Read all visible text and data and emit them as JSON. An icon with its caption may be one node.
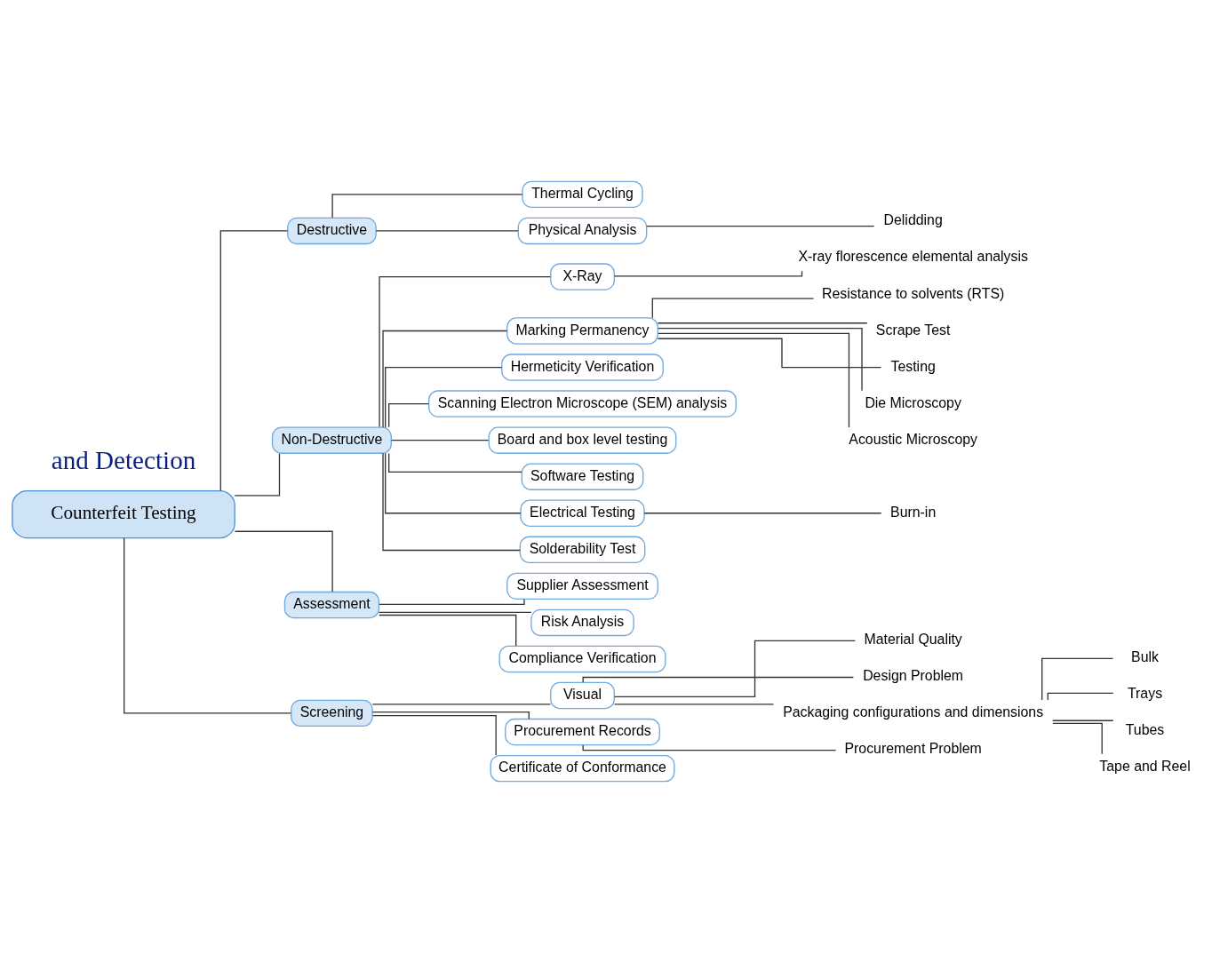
{
  "diagram": {
    "nodes": [
      {
        "text": [
          "Counterfeit Testing"
        ]
      },
      {
        "text": [
          "Destructive"
        ]
      },
      {
        "text": [
          "Thermal Cycling"
        ]
      },
      {
        "text": [
          "Physical Analysis"
        ]
      },
      {
        "text": [
          "Delidding"
        ]
      },
      {
        "text": [
          "Non-Destructive"
        ]
      },
      {
        "text": [
          "X-Ray"
        ]
      },
      {
        "text": [
          "X-ray florescence elemental analysis"
        ]
      },
      {
        "text": [
          "Marking Permanency"
        ]
      },
      {
        "text": [
          "Resistance to solvents (RTS)"
        ]
      },
      {
        "text": [
          "Scrape Test"
        ]
      },
      {
        "text": [
          "Testing"
        ]
      },
      {
        "text": [
          "Die Microscopy"
        ]
      },
      {
        "text": [
          "Acoustic Microscopy"
        ]
      },
      {
        "text": [
          "Hermeticity Verification"
        ]
      },
      {
        "text": [
          "Scanning Electron Microscope (SEM) analysis"
        ]
      },
      {
        "text": [
          "Board and box level testing"
        ]
      },
      {
        "text": [
          "Software Testing"
        ]
      },
      {
        "text": [
          "Electrical Testing"
        ]
      },
      {
        "text": [
          "Burn-in"
        ]
      },
      {
        "text": [
          "Solderability Test"
        ]
      },
      {
        "text": [
          "Assessment"
        ]
      },
      {
        "text": [
          "Supplier Assessment"
        ]
      },
      {
        "text": [
          "Risk Analysis"
        ]
      },
      {
        "text": [
          "Compliance Verification"
        ]
      },
      {
        "text": [
          "Screening"
        ]
      },
      {
        "text": [
          "Visual"
        ]
      },
      {
        "text": [
          "Material Quality"
        ]
      },
      {
        "text": [
          "Design Problem"
        ]
      },
      {
        "text": [
          "Packaging configurations and dimensions"
        ]
      },
      {
        "text": [
          "Bulk"
        ]
      },
      {
        "text": [
          "Trays"
        ]
      },
      {
        "text": [
          "Tubes"
        ]
      },
      {
        "text": [
          "Tape and Reel"
        ]
      },
      {
        "text": [
          "Procurement Records"
        ]
      },
      {
        "text": [
          "Procurement Problem"
        ]
      },
      {
        "text": [
          "Certificate of Conformance"
        ]
      }
    ],
    "edges": [
      {
        "from": 0,
        "to": 1,
        "arrow": "none"
      },
      {
        "from": 0,
        "to": 5,
        "arrow": "none"
      },
      {
        "from": 0,
        "to": 21,
        "arrow": "none"
      },
      {
        "from": 0,
        "to": 25,
        "arrow": "none"
      },
      {
        "from": 1,
        "to": 2,
        "arrow": "none"
      },
      {
        "from": 1,
        "to": 3,
        "arrow": "none"
      },
      {
        "from": 3,
        "to": 4,
        "arrow": "none"
      },
      {
        "from": 5,
        "to": 6,
        "arrow": "none"
      },
      {
        "from": 6,
        "to": 7,
        "arrow": "none"
      },
      {
        "from": 5,
        "to": 8,
        "arrow": "none"
      },
      {
        "from": 8,
        "to": 9,
        "arrow": "none"
      },
      {
        "from": 8,
        "to": 10,
        "arrow": "none"
      },
      {
        "from": 8,
        "to": 11,
        "arrow": "none"
      },
      {
        "from": 8,
        "to": 12,
        "arrow": "none"
      },
      {
        "from": 8,
        "to": 13,
        "arrow": "none"
      },
      {
        "from": 5,
        "to": 14,
        "arrow": "none"
      },
      {
        "from": 5,
        "to": 15,
        "arrow": "none"
      },
      {
        "from": 5,
        "to": 16,
        "arrow": "none"
      },
      {
        "from": 5,
        "to": 17,
        "arrow": "none"
      },
      {
        "from": 5,
        "to": 18,
        "arrow": "none"
      },
      {
        "from": 18,
        "to": 19,
        "arrow": "none"
      },
      {
        "from": 5,
        "to": 20,
        "arrow": "none"
      },
      {
        "from": 21,
        "to": 22,
        "arrow": "none"
      },
      {
        "from": 21,
        "to": 23,
        "arrow": "none"
      },
      {
        "from": 21,
        "to": 24,
        "arrow": "none"
      },
      {
        "from": 25,
        "to": 26,
        "arrow": "none"
      },
      {
        "from": 26,
        "to": 27,
        "arrow": "none"
      },
      {
        "from": 26,
        "to": 28,
        "arrow": "none"
      },
      {
        "from": 26,
        "to": 29,
        "arrow": "none"
      },
      {
        "from": 29,
        "to": 30,
        "arrow": "none"
      },
      {
        "from": 29,
        "to": 31,
        "arrow": "none"
      },
      {
        "from": 29,
        "to": 32,
        "arrow": "none"
      },
      {
        "from": 29,
        "to": 33,
        "arrow": "none"
      },
      {
        "from": 25,
        "to": 34,
        "arrow": "none"
      },
      {
        "from": 34,
        "to": 35,
        "arrow": "none"
      },
      {
        "from": 25,
        "to": 36,
        "arrow": "none"
      }
    ],
    "labels": [
      "and Detection"
    ]
  }
}
